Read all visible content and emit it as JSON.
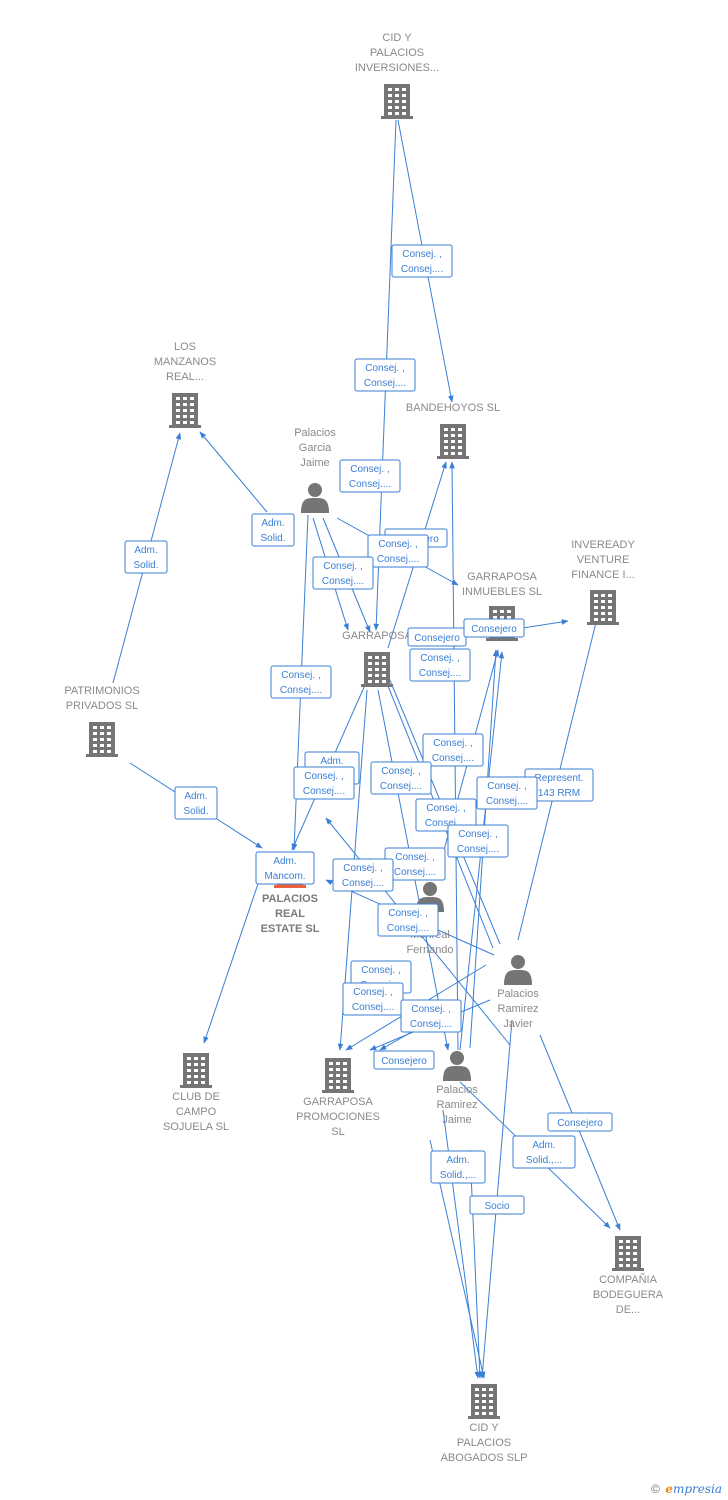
{
  "nodes": [
    {
      "id": "cid_inv",
      "kind": "company",
      "focus": false,
      "label_lines": [
        "CID Y",
        "PALACIOS",
        "INVERSIONES..."
      ]
    },
    {
      "id": "bandehoyos",
      "kind": "company",
      "focus": false,
      "label_lines": [
        "BANDEHOYOS SL"
      ]
    },
    {
      "id": "manzanos",
      "kind": "company",
      "focus": false,
      "label_lines": [
        "LOS",
        "MANZANOS",
        "REAL..."
      ]
    },
    {
      "id": "pgj",
      "kind": "person",
      "focus": false,
      "label_lines": [
        "Palacios",
        "Garcia",
        "Jaime"
      ]
    },
    {
      "id": "invereadyf",
      "kind": "company",
      "focus": false,
      "label_lines": [
        "INVEREADY",
        "VENTURE",
        "FINANCE I..."
      ]
    },
    {
      "id": "garraposa_inm",
      "kind": "company",
      "focus": false,
      "label_lines": [
        "GARRAPOSA",
        "INMUEBLES SL"
      ]
    },
    {
      "id": "garraposa",
      "kind": "company",
      "focus": false,
      "label_lines": [
        "GARRAPOSA"
      ]
    },
    {
      "id": "patrimonios",
      "kind": "company",
      "focus": false,
      "label_lines": [
        "PATRIMONIOS",
        "PRIVADOS SL"
      ]
    },
    {
      "id": "pre",
      "kind": "company",
      "focus": true,
      "label_lines": [
        "PALACIOS",
        "REAL",
        "ESTATE  SL"
      ]
    },
    {
      "id": "monreal",
      "kind": "person",
      "focus": false,
      "label_lines": [
        "Monreal",
        "Fernando"
      ]
    },
    {
      "id": "prjav",
      "kind": "person",
      "focus": false,
      "label_lines": [
        "Palacios",
        "Ramirez",
        "Javier"
      ]
    },
    {
      "id": "prjai",
      "kind": "person",
      "focus": false,
      "label_lines": [
        "Palacios",
        "Ramirez",
        "Jaime"
      ]
    },
    {
      "id": "club",
      "kind": "company",
      "focus": false,
      "label_lines": [
        "CLUB DE",
        "CAMPO",
        "SOJUELA  SL"
      ]
    },
    {
      "id": "garraposa_prom",
      "kind": "company",
      "focus": false,
      "label_lines": [
        "GARRAPOSA",
        "PROMOCIONES",
        "SL"
      ]
    },
    {
      "id": "bodeguera",
      "kind": "company",
      "focus": false,
      "label_lines": [
        "COMPAÑIA",
        "BODEGUERA",
        "DE..."
      ]
    },
    {
      "id": "cid_abog",
      "kind": "company",
      "focus": false,
      "label_lines": [
        "CID Y",
        "PALACIOS",
        "ABOGADOS SLP"
      ]
    }
  ],
  "edge_labels": [
    {
      "lines": [
        "Consej. ,",
        "Consej...."
      ]
    },
    {
      "lines": [
        "Consej. ,",
        "Consej...."
      ]
    },
    {
      "lines": [
        "Consej. ,",
        "Consej...."
      ]
    },
    {
      "lines": [
        "Adm.",
        "Solid."
      ]
    },
    {
      "lines": [
        "Adm.",
        "Solid."
      ]
    },
    {
      "lines": [
        "Consejero"
      ]
    },
    {
      "lines": [
        "Consej. ,",
        "Consej...."
      ]
    },
    {
      "lines": [
        "Consej. ,",
        "Consej...."
      ]
    },
    {
      "lines": [
        "Consejero"
      ]
    },
    {
      "lines": [
        "Consejero"
      ]
    },
    {
      "lines": [
        "Consej. ,",
        "Consej...."
      ]
    },
    {
      "lines": [
        "Consej. ,",
        "Consej...."
      ]
    },
    {
      "lines": [
        "Consej. ,",
        "Consej...."
      ]
    },
    {
      "lines": [
        "Adm.",
        "Solid.,..."
      ]
    },
    {
      "lines": [
        "Consej. ,",
        "Consej...."
      ]
    },
    {
      "lines": [
        "Represent.",
        "143 RRM"
      ]
    },
    {
      "lines": [
        "Consej. ,",
        "Consej...."
      ]
    },
    {
      "lines": [
        "Consej. ,",
        "Consej...."
      ]
    },
    {
      "lines": [
        "Consej. ,",
        "Consej...."
      ]
    },
    {
      "lines": [
        "Adm.",
        "Solid."
      ]
    },
    {
      "lines": [
        "Consej. ,",
        "Consej...."
      ]
    },
    {
      "lines": [
        "Adm.",
        "Mancom."
      ]
    },
    {
      "lines": [
        "Consej. ,",
        "Consej...."
      ]
    },
    {
      "lines": [
        "Consej. ,",
        "Consej...."
      ]
    },
    {
      "lines": [
        "Consej. ,",
        "Consej...."
      ]
    },
    {
      "lines": [
        "Consej. ,",
        "Consej...."
      ]
    },
    {
      "lines": [
        "Consej. ,",
        "Consej...."
      ]
    },
    {
      "lines": [
        "Consej. ,",
        "Consej...."
      ]
    },
    {
      "lines": [
        "Consejero"
      ]
    },
    {
      "lines": [
        "Consejero"
      ]
    },
    {
      "lines": [
        "Adm.",
        "Solid.,..."
      ]
    },
    {
      "lines": [
        "Adm.",
        "Solid.,..."
      ]
    },
    {
      "lines": [
        "Socio"
      ]
    }
  ],
  "colors": {
    "edge": "#3a7fd5",
    "icon": "#757575",
    "focus_icon": "#e8603c",
    "label": "#8a8a8a"
  },
  "footer": {
    "copyright": "©",
    "brand_initial": "e",
    "brand_rest": "mpresia"
  }
}
